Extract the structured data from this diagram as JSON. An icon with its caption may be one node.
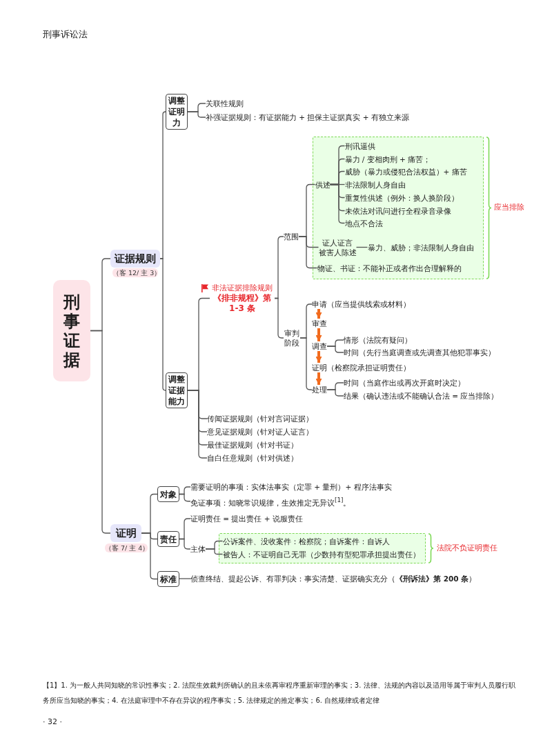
{
  "diagram": {
    "nodes": [
      {
        "text": [
          "刑事证据"
        ]
      },
      {
        "text": [
          "证据规则"
        ],
        "beside": [
          "（客 12/ 主 3）"
        ]
      },
      {
        "text": [
          "调整证明力"
        ]
      },
      {
        "text": [
          "关联性规则"
        ]
      },
      {
        "text": [
          "补强证据规则：有证据能力 + 担保主证据真实 + 有独立来源"
        ]
      },
      {
        "text": [
          "调整证据能力"
        ]
      },
      {
        "text": [
          "非法证据排除规则",
          "《排非规程》第 1-3 条"
        ]
      },
      {
        "text": [
          "范围"
        ]
      },
      {
        "text": [],
        "shape": "box",
        "beside": [
          "应当排除"
        ]
      },
      {
        "text": [
          "供述"
        ],
        "in": 8
      },
      {
        "text": [
          "刑讯逼供"
        ],
        "in": 8
      },
      {
        "text": [
          "暴力 / 变相肉刑 + 痛苦；"
        ],
        "in": 8
      },
      {
        "text": [
          "威胁（暴力或侵犯合法权益）+ 痛苦"
        ],
        "in": 8
      },
      {
        "text": [
          "非法限制人身自由"
        ],
        "in": 8
      },
      {
        "text": [
          "重复性供述（例外：换人换阶段）"
        ],
        "in": 8
      },
      {
        "text": [
          "未依法对讯问进行全程录音录像"
        ],
        "in": 8
      },
      {
        "text": [
          "地点不合法"
        ],
        "in": 8
      },
      {
        "text": [
          "证人证言",
          "被害人陈述"
        ],
        "in": 8
      },
      {
        "text": [
          "暴力、威胁；非法限制人身自由"
        ],
        "in": 8
      },
      {
        "text": [
          "物证、书证：不能补正或者作出合理解释的"
        ],
        "in": 8
      },
      {
        "text": [
          "审判阶段"
        ]
      },
      {
        "text": [
          "申请（应当提供线索或材料）"
        ]
      },
      {
        "text": [
          "审查"
        ]
      },
      {
        "text": [
          "调查"
        ]
      },
      {
        "text": [
          "情形（法院有疑问）"
        ]
      },
      {
        "text": [
          "时间（先行当庭调查或先调查其他犯罪事实）"
        ]
      },
      {
        "text": [
          "证明（检察院承担证明责任）"
        ]
      },
      {
        "text": [
          "处理"
        ]
      },
      {
        "text": [
          "时间（当庭作出或再次开庭时决定）"
        ]
      },
      {
        "text": [
          "结果（确认违法或不能确认合法 = 应当排除）"
        ]
      },
      {
        "text": [
          "传闻证据规则（针对言词证据）"
        ]
      },
      {
        "text": [
          "意见证据规则（针对证人证言）"
        ]
      },
      {
        "text": [
          "最佳证据规则（针对书证）"
        ]
      },
      {
        "text": [
          "自白任意规则（针对供述）"
        ]
      },
      {
        "text": [
          "证明"
        ],
        "beside": [
          "（客 7/ 主 4）"
        ]
      },
      {
        "text": [
          "对象"
        ]
      },
      {
        "text": [
          "需要证明的事项：实体法事实（定罪 + 量刑）+ 程序法事实"
        ]
      },
      {
        "text": [
          "免证事项：知晓常识规律，生效推定无异议$^{[1]}$。"
        ]
      },
      {
        "text": [
          "责任"
        ]
      },
      {
        "text": [
          "证明责任 = 提出责任 + 说服责任"
        ]
      },
      {
        "text": [
          "主体"
        ]
      },
      {
        "text": [],
        "shape": "box",
        "beside": [
          "法院不负证明责任"
        ]
      },
      {
        "text": [
          "公诉案件、没收案件：检察院；自诉案件：自诉人"
        ],
        "in": 41
      },
      {
        "text": [
          "被告人：不证明自己无罪（少数持有型犯罪承担提出责任）"
        ],
        "in": 41
      },
      {
        "text": [
          "标准"
        ]
      },
      {
        "text": [
          "侦查终结、提起公诉、有罪判决：事实清楚、证据确实充分（**《刑诉法》第 200 条**）"
        ]
      }
    ],
    "edges": [
      {
        "from": 0,
        "to": 1,
        "arrow": "none"
      },
      {
        "from": 0,
        "to": 34,
        "arrow": "none"
      },
      {
        "from": 1,
        "to": 2,
        "arrow": "none"
      },
      {
        "from": 1,
        "to": 5,
        "arrow": "none"
      },
      {
        "from": 2,
        "to": 3,
        "arrow": "none"
      },
      {
        "from": 2,
        "to": 4,
        "arrow": "none"
      },
      {
        "from": 5,
        "to": 6,
        "arrow": "none"
      },
      {
        "from": 5,
        "to": 30,
        "arrow": "none"
      },
      {
        "from": 5,
        "to": 31,
        "arrow": "none"
      },
      {
        "from": 5,
        "to": 32,
        "arrow": "none"
      },
      {
        "from": 5,
        "to": 33,
        "arrow": "none"
      },
      {
        "from": 6,
        "to": 7,
        "arrow": "none"
      },
      {
        "from": 6,
        "to": 20,
        "arrow": "none"
      },
      {
        "from": 7,
        "to": 9,
        "arrow": "none"
      },
      {
        "from": 7,
        "to": 17,
        "arrow": "none"
      },
      {
        "from": 7,
        "to": 19,
        "arrow": "none"
      },
      {
        "from": 9,
        "to": 10,
        "arrow": "none"
      },
      {
        "from": 9,
        "to": 11,
        "arrow": "none"
      },
      {
        "from": 9,
        "to": 12,
        "arrow": "none"
      },
      {
        "from": 9,
        "to": 13,
        "arrow": "none"
      },
      {
        "from": 9,
        "to": 14,
        "arrow": "none"
      },
      {
        "from": 9,
        "to": 15,
        "arrow": "none"
      },
      {
        "from": 9,
        "to": 16,
        "arrow": "none"
      },
      {
        "from": 17,
        "to": 18,
        "arrow": "none"
      },
      {
        "from": 20,
        "to": 21,
        "arrow": "none"
      },
      {
        "from": 20,
        "to": 27,
        "arrow": "none"
      },
      {
        "from": 21,
        "to": 22,
        "arrow": "to",
        "style": "thick",
        "color": "#f26b1d"
      },
      {
        "from": 22,
        "to": 23,
        "arrow": "to",
        "style": "thick",
        "color": "#f26b1d"
      },
      {
        "from": 23,
        "to": 24,
        "arrow": "none"
      },
      {
        "from": 23,
        "to": 25,
        "arrow": "none"
      },
      {
        "from": 23,
        "to": 26,
        "arrow": "to",
        "style": "thick",
        "color": "#f26b1d"
      },
      {
        "from": 26,
        "to": 27,
        "arrow": "to",
        "style": "thick",
        "color": "#f26b1d"
      },
      {
        "from": 27,
        "to": 28,
        "arrow": "none"
      },
      {
        "from": 27,
        "to": 29,
        "arrow": "none"
      },
      {
        "from": 34,
        "to": 35,
        "arrow": "none"
      },
      {
        "from": 34,
        "to": 38,
        "arrow": "none"
      },
      {
        "from": 34,
        "to": 44,
        "arrow": "none"
      },
      {
        "from": 35,
        "to": 36,
        "arrow": "none"
      },
      {
        "from": 35,
        "to": 37,
        "arrow": "none"
      },
      {
        "from": 38,
        "to": 39,
        "arrow": "none"
      },
      {
        "from": 38,
        "to": 40,
        "arrow": "none"
      },
      {
        "from": 40,
        "to": 42,
        "arrow": "none"
      },
      {
        "from": 40,
        "to": 43,
        "arrow": "none"
      },
      {
        "from": 44,
        "to": 45,
        "arrow": "none"
      }
    ],
    "labels": [
      "刑事诉讼法",
      "【1】1. 为一般人共同知晓的常识性事实；2. 法院生效裁判所确认的且未依再审程序重新审理的事实；3. 法律、法规的内容以及适用等属于审判人员履行职务所应当知晓的事实；4. 在法庭审理中不存在异议的程序事实；5. 法律规定的推定事实；6. 自然规律或者定律",
      "· 32 ·"
    ]
  }
}
